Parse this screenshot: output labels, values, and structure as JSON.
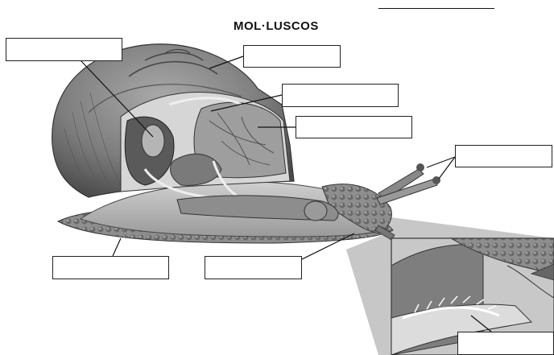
{
  "title": "MOL·LUSCOS",
  "name_field": "",
  "labels": [
    {
      "id": "box-top-left",
      "text": ""
    },
    {
      "id": "box-shell",
      "text": ""
    },
    {
      "id": "box-mid",
      "text": ""
    },
    {
      "id": "box-lung",
      "text": ""
    },
    {
      "id": "box-tentacles",
      "text": ""
    },
    {
      "id": "box-foot",
      "text": ""
    },
    {
      "id": "box-mouth",
      "text": ""
    },
    {
      "id": "box-radula",
      "text": ""
    }
  ],
  "colors": {
    "shell": "#8a8a8a",
    "body": "#bdbdbd",
    "organs": "#5e5e5e",
    "inset_bg": "#c8c8c8"
  }
}
